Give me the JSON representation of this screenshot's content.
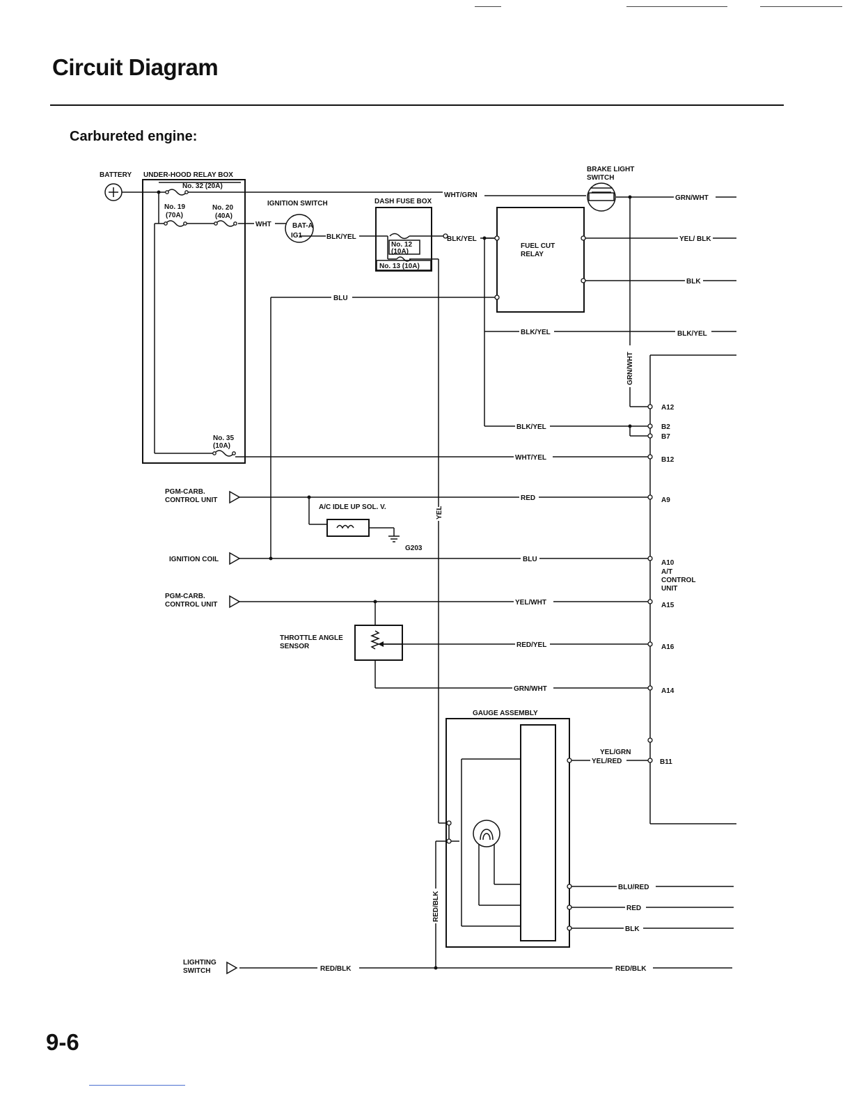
{
  "header": {
    "title": "Circuit Diagram",
    "subtitle": "Carbureted engine:",
    "page_number": "9-6"
  },
  "components": {
    "battery": "BATTERY",
    "relay_box": "UNDER-HOOD RELAY BOX",
    "fuse_32": "No. 32 (20A)",
    "fuse_19": "No. 19",
    "fuse_19_rating": "(70A)",
    "fuse_20": "No. 20",
    "fuse_20_rating": "(40A)",
    "fuse_35": "No. 35",
    "fuse_35_rating": "(10A)",
    "ignition_switch": "IGNITION SWITCH",
    "ign_bat": "BAT-A",
    "ign_ig": "IG1",
    "dash_fuse_box": "DASH FUSE BOX",
    "fuse_12": "No. 12",
    "fuse_12_rating": "(10A)",
    "fuse_13": "No. 13 (10A)",
    "brake_switch_1": "BRAKE LIGHT",
    "brake_switch_2": "SWITCH",
    "fuel_cut_1": "FUEL CUT",
    "fuel_cut_2": "RELAY",
    "pgm_carb_1a": "PGM-CARB.",
    "pgm_carb_1b": "CONTROL UNIT",
    "ac_idle": "A/C IDLE UP SOL. V.",
    "ground": "G203",
    "ignition_coil": "IGNITION COIL",
    "pgm_carb_2a": "PGM-CARB.",
    "pgm_carb_2b": "CONTROL UNIT",
    "tas_1": "THROTTLE ANGLE",
    "tas_2": "SENSOR",
    "gauge": "GAUGE ASSEMBLY",
    "lighting_1": "LIGHTING",
    "lighting_2": "SWITCH",
    "at_1": "A/T",
    "at_2": "CONTROL",
    "at_3": "UNIT"
  },
  "wires": {
    "wht_grn": "WHT/GRN",
    "grn_wht_top": "GRN/WHT",
    "wht": "WHT",
    "blk_yel_ign": "BLK/YEL",
    "blk_yel_dash": "BLK/YEL",
    "yel_blk": "YEL/ BLK",
    "blk_relay": "BLK",
    "blu_relay": "BLU",
    "blk_yel_mid": "BLK/YEL",
    "blk_yel_right": "BLK/YEL",
    "grn_wht_vert": "GRN/WHT",
    "blk_yel_b2": "BLK/YEL",
    "wht_yel": "WHT/YEL",
    "red_a9": "RED",
    "yel_vert": "YEL",
    "blu_a10": "BLU",
    "yel_wht": "YEL/WHT",
    "red_yel": "RED/YEL",
    "grn_wht_a14": "GRN/WHT",
    "yel_grn": "YEL/GRN",
    "yel_red": "YEL/RED",
    "blu_red": "BLU/RED",
    "red_gauge": "RED",
    "blk_gauge": "BLK",
    "red_blk_vert": "RED/BLK",
    "red_blk_left": "RED/BLK",
    "red_blk_right": "RED/BLK"
  },
  "terminals": {
    "a12": "A12",
    "b2": "B2",
    "b7": "B7",
    "b12": "B12",
    "a9": "A9",
    "a10": "A10",
    "a15": "A15",
    "a16": "A16",
    "a14": "A14",
    "b11": "B11"
  }
}
